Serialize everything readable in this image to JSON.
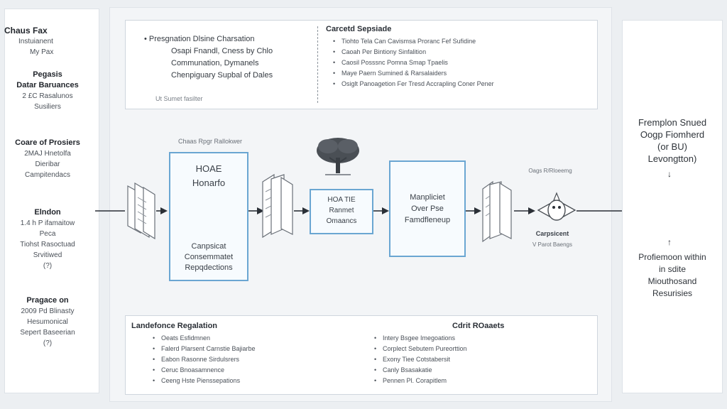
{
  "left_panel": {
    "blocks": [
      {
        "title": "Chaus Fax",
        "lines": [
          "Instuianent",
          "My Pax"
        ]
      },
      {
        "title": "Pegasis",
        "lines": [
          "Datar Baruances",
          "2 £C Rasalunos",
          "Susiliers"
        ]
      },
      {
        "title": "Coare of Prosiers",
        "lines": [
          "2MAJ Hnetolfa",
          "Dieribar",
          "Campitendacs"
        ]
      },
      {
        "title": "Elndon",
        "lines": [
          "1.4 h P ifamaitow",
          "Peca",
          "Tiohst Rasoctuad",
          "Srvitiwed",
          "(?)"
        ]
      },
      {
        "title": "Pragace on",
        "lines": [
          "2009 Pd Blinasty",
          "Hesumonical",
          "Sepert Baseerian",
          "(?)"
        ]
      }
    ]
  },
  "top_box": {
    "col1": [
      "Presgnation Dlsine Charsation",
      "Osapi Fnandl, Cness by Chlo",
      "Communation, Dymanels",
      "Chenpiguary Supbal of Dales"
    ],
    "col1_sub": "Ut Sumet fasilter",
    "col2_head": "Carcetd Sepsiade",
    "col2_items": [
      "Tiohto Tela Can Cavismsa Proranc Fef Sufidine",
      "Caoah Per Bintiony Sinfalition",
      "Caosil Posssnc Pomna Smap Tpaelis",
      "Maye Paern Sumined & Rarsalaiders",
      "Osiglt Panoagetion Fer Tresd Accrapling Coner Pener"
    ]
  },
  "flow": {
    "box1_caption": "Chaas Rpgr Rallokwer",
    "box1_title": [
      "HOAE",
      "Honarfo"
    ],
    "box1_sub": [
      "Canpsicat",
      "Consemmatet",
      "Repqdections"
    ],
    "box2": [
      "HOA TIE",
      "Ranmet",
      "Omaancs"
    ],
    "box3": [
      "Manpliciet",
      "Over Pse",
      "Famdfleneup"
    ],
    "node_top_caption": "Oags R/Rloeemg",
    "node_caption": "Carpsicent",
    "node_sub": "V Parot Baengs"
  },
  "right_panel": {
    "top": [
      "Fremplon Snued",
      "Oogp Fiomherd",
      "(or BU)",
      "Levongtton)"
    ],
    "bottom": [
      "Profiemoon within",
      "in sdite",
      "Miouthosand",
      "Resurisies"
    ]
  },
  "bottom_box": {
    "colA_head": "Landefonce Regalation",
    "colA_items": [
      "Oeats Esfidmnen",
      "Falerd Plarsent Carnstie Bajiarbe",
      "Eabon Rasonne Sirdulsrers",
      "Ceruc Bnoasamnence",
      "Ceeng Hste Pienssepations"
    ],
    "colB_head": "Cdrit ROaaets",
    "colB_items": [
      "Intery Bsgee Imegoations",
      "Corplect Sebutem Pureorttion",
      "Exony Tiee Cotstabersit",
      "Canly Bsasakatie",
      "Pennen Pl. Corapitlem"
    ]
  },
  "colors": {
    "accent": "#6aa6d2",
    "text": "#2a2f36",
    "panel": "#ffffff"
  }
}
